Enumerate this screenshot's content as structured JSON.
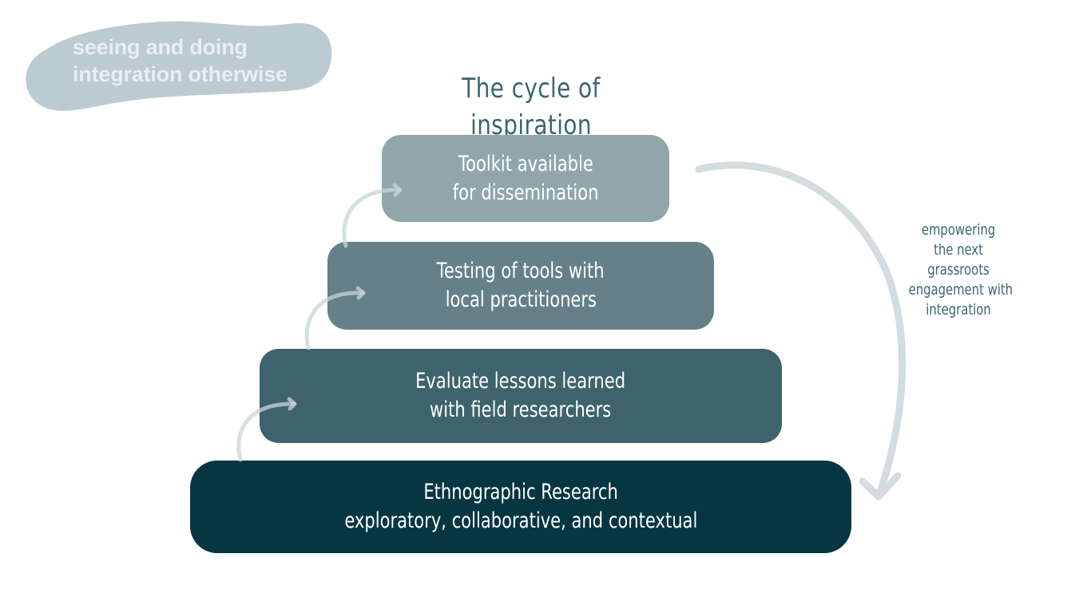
{
  "badge": {
    "lines": [
      "seeing and doing",
      "integration otherwise"
    ]
  },
  "title": "The cycle of inspiration",
  "steps": [
    {
      "lines": [
        "Toolkit available",
        "for dissemination"
      ]
    },
    {
      "lines": [
        "Testing of tools with",
        "local practitioners"
      ]
    },
    {
      "lines": [
        "Evaluate lessons learned",
        "with field researchers"
      ]
    },
    {
      "lines": [
        "Ethnographic Research",
        "exploratory, collaborative, and contextual"
      ]
    }
  ],
  "side_note": {
    "lines": [
      "empowering",
      "the next",
      "grassroots",
      "engagement with",
      "integration"
    ]
  },
  "colors": {
    "badge_fill": "#bccad2",
    "badge_text": "#e9eef1",
    "title": "#3a6570",
    "step_1": "#90a6ab",
    "step_2": "#658088",
    "step_3": "#3e636c",
    "step_4": "#063642",
    "arrow": "#d3dcdf"
  },
  "icons": {
    "step_arrows": "curved-up-arrow-icon",
    "cycle_arrow": "curved-down-arrow-icon"
  }
}
